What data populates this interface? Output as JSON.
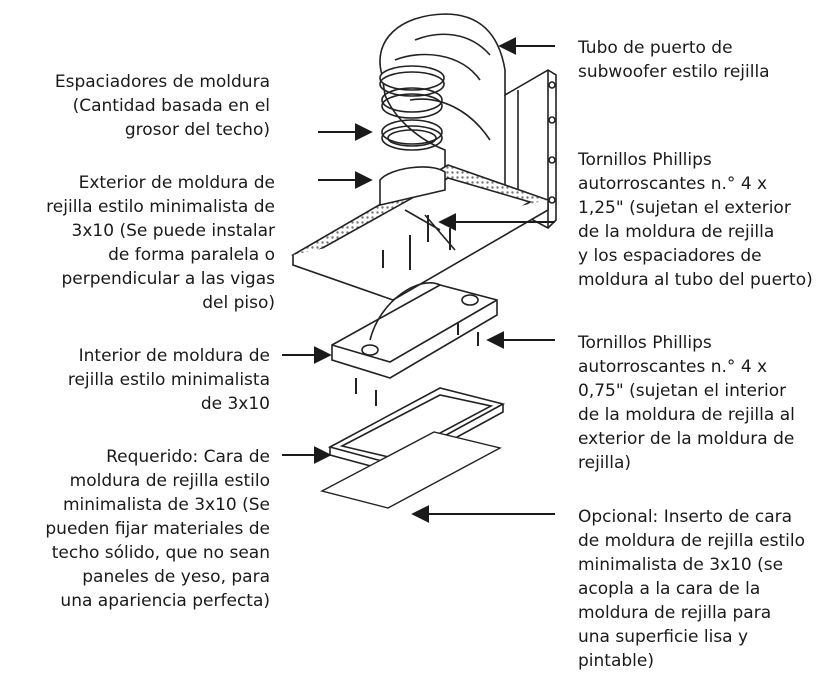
{
  "labels": {
    "spacers": "Espaciadores de moldura\n(Cantidad basada en el\ngrosor del techo)",
    "exterior_trim": "Exterior de moldura de\nrejilla estilo minimalista de\n3x10 (Se puede instalar\nde forma paralela o\nperpendicular a las vigas\ndel piso)",
    "interior_trim": "Interior de moldura de\nrejilla estilo minimalista\nde 3x10",
    "required_face": "Requerido: Cara de\nmoldura de rejilla estilo\nminimalista de 3x10 (Se\npueden fijar materiales de\ntecho sólido, que no sean\npaneles de yeso, para\nuna apariencia perfecta)",
    "port_tube": "Tubo de puerto de\nsubwoofer estilo rejilla",
    "screws_125": "Tornillos Phillips\nautorroscantes n.° 4 x\n1,25\" (sujetan el exterior\nde la moldura de rejilla\ny los espaciadores de\nmoldura al tubo del puerto)",
    "screws_075": "Tornillos Phillips\nautorroscantes n.° 4 x\n0,75\" (sujetan el interior\nde la moldura de rejilla al\nexterior de la moldura de\nrejilla)",
    "optional_insert": "Opcional: Inserto de cara\nde moldura de rejilla estilo\nminimalista de 3x10 (se\nacopla a la cara de la\nmoldura de rejilla para\nuna superficie lisa y\npintable)"
  },
  "colors": {
    "ink": "#1a1a1a",
    "line": "#222222",
    "mesh": "#9a9a9a",
    "fill": "#ffffff"
  }
}
